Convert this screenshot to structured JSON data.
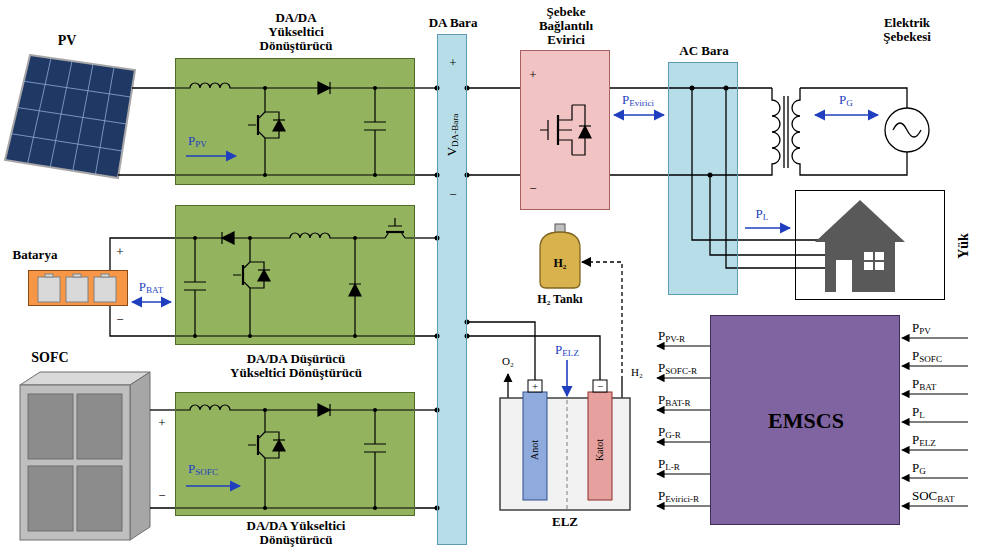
{
  "diagram": {
    "nodes": [
      {
        "text": [
          "PV"
        ]
      },
      {
        "text": [
          "DA/DA Yükseltici Dönüştürücü"
        ]
      },
      {
        "text": [
          "DA Bara",
          "+",
          "VDA-Bara",
          "−"
        ]
      },
      {
        "text": [
          "Şebeke Bağlantılı Evirici",
          "+",
          "−"
        ]
      },
      {
        "text": [
          "AC Bara"
        ]
      },
      {
        "text": [
          "Elektrik Şebekesi"
        ]
      },
      {
        "text": [
          "Yük"
        ]
      },
      {
        "text": [
          "Batarya"
        ]
      },
      {
        "text": [
          "DA/DA Düşürücü Yükseltici Dönüştürücü"
        ]
      },
      {
        "text": [
          "H₂",
          "H₂ Tankı"
        ]
      },
      {
        "text": [
          "EMSCS"
        ]
      },
      {
        "text": [
          "SOFC"
        ]
      },
      {
        "text": [
          "DA/DA Yükseltici Dönüştürücü"
        ]
      },
      {
        "text": [
          "+",
          "−",
          "Anot",
          "Katot",
          "ELZ"
        ]
      }
    ],
    "edges": [
      {
        "from": 0,
        "to": 1,
        "arrow": "none"
      },
      {
        "from": 1,
        "to": 2,
        "arrow": "none"
      },
      {
        "from": 2,
        "to": 3,
        "arrow": "none"
      },
      {
        "from": 3,
        "to": 4,
        "arrow": "none"
      },
      {
        "from": 4,
        "to": 5,
        "arrow": "none"
      },
      {
        "from": 4,
        "to": 6,
        "arrow": "none"
      },
      {
        "from": 7,
        "to": 8,
        "arrow": "none"
      },
      {
        "from": 8,
        "to": 2,
        "arrow": "none"
      },
      {
        "from": 2,
        "to": 13,
        "arrow": "none"
      },
      {
        "from": 13,
        "to": 9,
        "arrow": "to"
      },
      {
        "from": 11,
        "to": 12,
        "arrow": "none"
      },
      {
        "from": 12,
        "to": 2,
        "arrow": "none"
      }
    ],
    "labels": [
      "PPV",
      "+",
      "−",
      "PBAT",
      "+",
      "−",
      "PSOFC",
      "PEvirici",
      "PG",
      "PL",
      "PELZ",
      "O₂",
      "H₂",
      "PPV-R",
      "PSOFC-R",
      "PBAT-R",
      "PG-R",
      "PL-R",
      "PEvirici-R",
      "PPV",
      "PSOFC",
      "PBAT",
      "PL",
      "PELZ",
      "PG",
      "SOCBAT"
    ]
  }
}
